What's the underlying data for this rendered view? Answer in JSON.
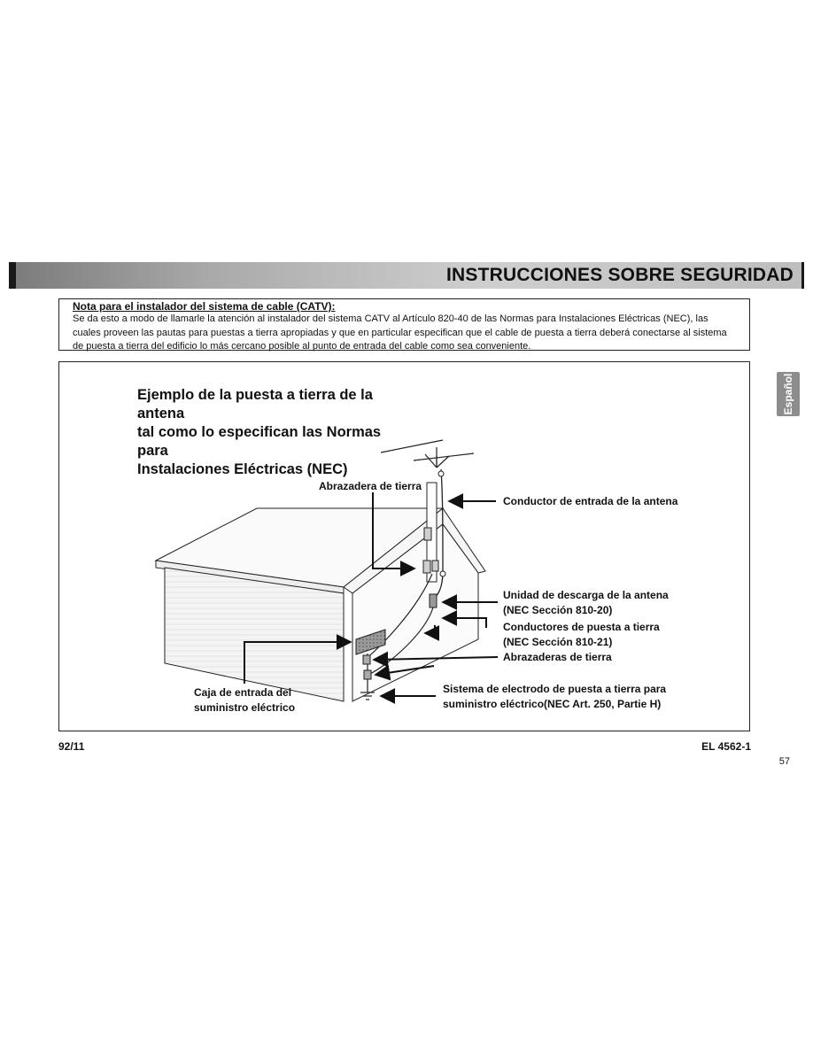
{
  "header": {
    "title": "INSTRUCCIONES SOBRE SEGURIDAD"
  },
  "side_tab": {
    "label": "Español"
  },
  "note": {
    "title": "Nota para el instalador del sistema de cable (CATV):",
    "body": "Se da esto a modo de llamarle la atención al instalador del sistema CATV al Artículo 820-40 de las Normas para Instalaciones Eléctricas (NEC), las cuales proveen las pautas para puestas a tierra apropiadas y que en particular especifican que el cable de puesta a tierra deberá conectarse al sistema de puesta a tierra del edificio lo más cercano posible al punto de entrada del cable como sea conveniente."
  },
  "figure": {
    "title_line1": "Ejemplo de la puesta a tierra de la antena",
    "title_line2": "tal como lo especifican las Normas para",
    "title_line3": "Instalaciones Eléctricas (NEC)",
    "labels": {
      "ground_clamp": "Abrazadera de tierra",
      "lead_in_wire": "Conductor de entrada de la antena",
      "discharge_unit_1": "Unidad de descarga de la antena",
      "discharge_unit_2": "(NEC Sección 810-20)",
      "grounding_conductors_1": "Conductores de puesta a tierra",
      "grounding_conductors_2": "(NEC Sección 810-21)",
      "ground_clamps": "Abrazaderas de tierra",
      "service_box_1": "Caja de entrada del",
      "service_box_2": "suministro eléctrico",
      "electrode_system_1": "Sistema de electrodo de puesta a  tierra para",
      "electrode_system_2": "suministro eléctrico(NEC Art. 250, Partie H)"
    }
  },
  "footer": {
    "left": "92/11",
    "right": "EL 4562-1",
    "page": "57"
  }
}
